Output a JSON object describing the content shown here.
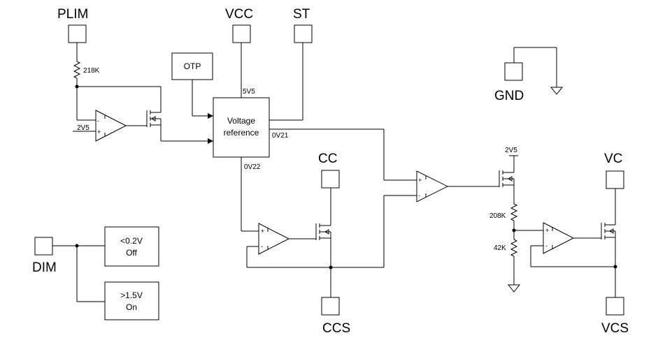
{
  "pins": {
    "plim": "PLIM",
    "vcc": "VCC",
    "st": "ST",
    "gnd": "GND",
    "cc": "CC",
    "vc": "VC",
    "dim": "DIM",
    "ccs": "CCS",
    "vcs": "VCS"
  },
  "blocks": {
    "otp": "OTP",
    "vref_line1": "Voltage",
    "vref_line2": "reference",
    "dim_off_line1": "<0.2V",
    "dim_off_line2": "Off",
    "dim_on_line1": ">1.5V",
    "dim_on_line2": "On"
  },
  "nets": {
    "v5v5": "5V5",
    "v0v21": "0V21",
    "v0v22": "0V22",
    "plim_ref": "2V5",
    "vc_supply": "2V5"
  },
  "components": {
    "r_plim": "218K",
    "r_top": "208K",
    "r_bottom": "42K"
  },
  "opamp_signs": {
    "plus": "+",
    "minus": "-"
  }
}
